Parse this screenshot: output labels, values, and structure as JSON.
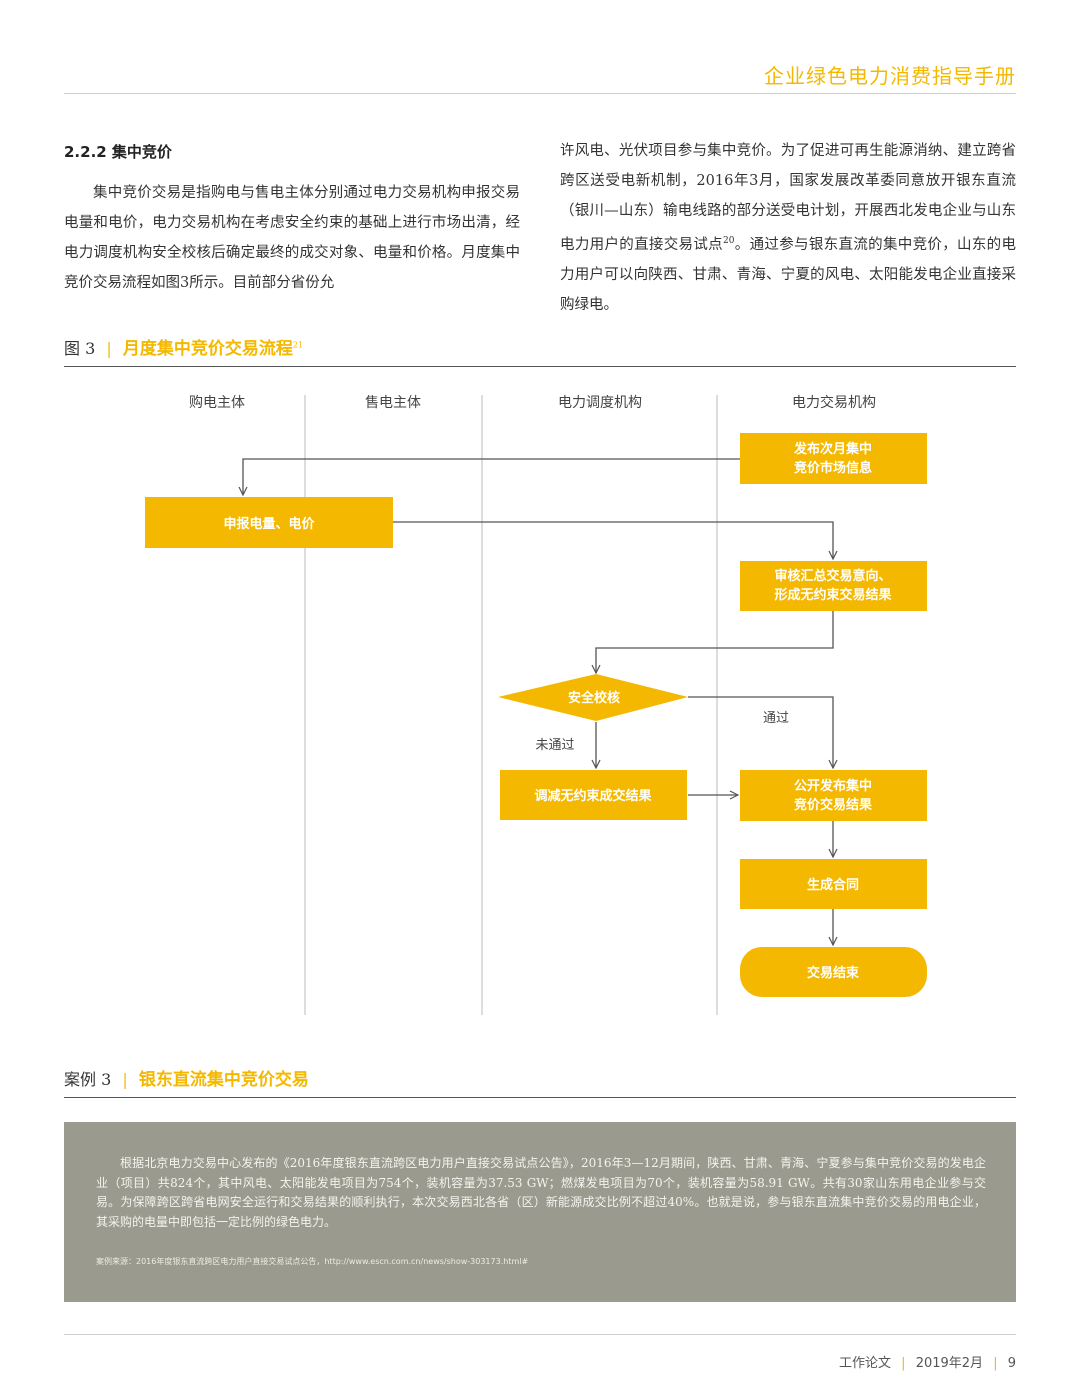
{
  "header": {
    "title": "企业绿色电力消费指导手册"
  },
  "section": {
    "title": "2.2.2 集中竞价",
    "left_paragraph": "集中竞价交易是指购电与售电主体分别通过电力交易机构申报交易电量和电价，电力交易机构在考虑安全约束的基础上进行市场出清，经电力调度机构安全校核后确定最终的成交对象、电量和价格。月度集中竞价交易流程如图3所示。目前部分省份允",
    "right_paragraph_before_ref": "许风电、光伏项目参与集中竞价。为了促进可再生能源消纳、建立跨省跨区送受电新机制，2016年3月，国家发展改革委同意放开银东直流（银川—山东）输电线路的部分送受电计划，开展西北发电企业与山东电力用户的直接交易试点",
    "right_paragraph_ref": "20",
    "right_paragraph_after_ref": "。通过参与银东直流的集中竞价，山东的电力用户可以向陕西、甘肃、青海、宁夏的风电、太阳能发电企业直接采购绿电。"
  },
  "figure": {
    "label": "图",
    "number": "3",
    "separator": "|",
    "title": "月度集中竞价交易流程",
    "ref": "21",
    "lanes": [
      "购电主体",
      "售电主体",
      "电力调度机构",
      "电力交易机构"
    ],
    "nodes": {
      "publish_line1": "发布次月集中",
      "publish_line2": "竞价市场信息",
      "declare": "申报电量、电价",
      "review_line1": "审核汇总交易意向、",
      "review_line2": "形成无约束交易结果",
      "safety_check": "安全校核",
      "adjust": "调减无约束成交结果",
      "announce_line1": "公开发布集中",
      "announce_line2": "竞价交易结果",
      "contract": "生成合同",
      "end": "交易结束"
    },
    "edge_labels": {
      "pass": "通过",
      "fail": "未通过"
    },
    "colors": {
      "accent": "#f5b800",
      "box_text": "#ffffff",
      "line": "#555555"
    }
  },
  "case": {
    "label": "案例",
    "number": "3",
    "separator": "|",
    "title": "银东直流集中竞价交易",
    "body": "根据北京电力交易中心发布的《2016年度银东直流跨区电力用户直接交易试点公告》，2016年3—12月期间，陕西、甘肃、青海、宁夏参与集中竞价交易的发电企业（项目）共824个，其中风电、太阳能发电项目为754个，装机容量为37.53 GW；燃煤发电项目为70个，装机容量为58.91 GW。共有30家山东用电企业参与交易。为保障跨区跨省电网安全运行和交易结果的顺利执行，本次交易西北各省（区）新能源成交比例不超过40%。也就是说，参与银东直流集中竞价交易的用电企业，其采购的电量中即包括一定比例的绿色电力。",
    "source": "案例来源：2016年度银东直流跨区电力用户直接交易试点公告，http://www.escn.com.cn/news/show-303173.html#",
    "colors": {
      "background": "#9a9a8f",
      "text": "#f4f4ee"
    }
  },
  "footer": {
    "publication": "工作论文",
    "separator": "|",
    "date": "2019年2月",
    "page": "9"
  }
}
